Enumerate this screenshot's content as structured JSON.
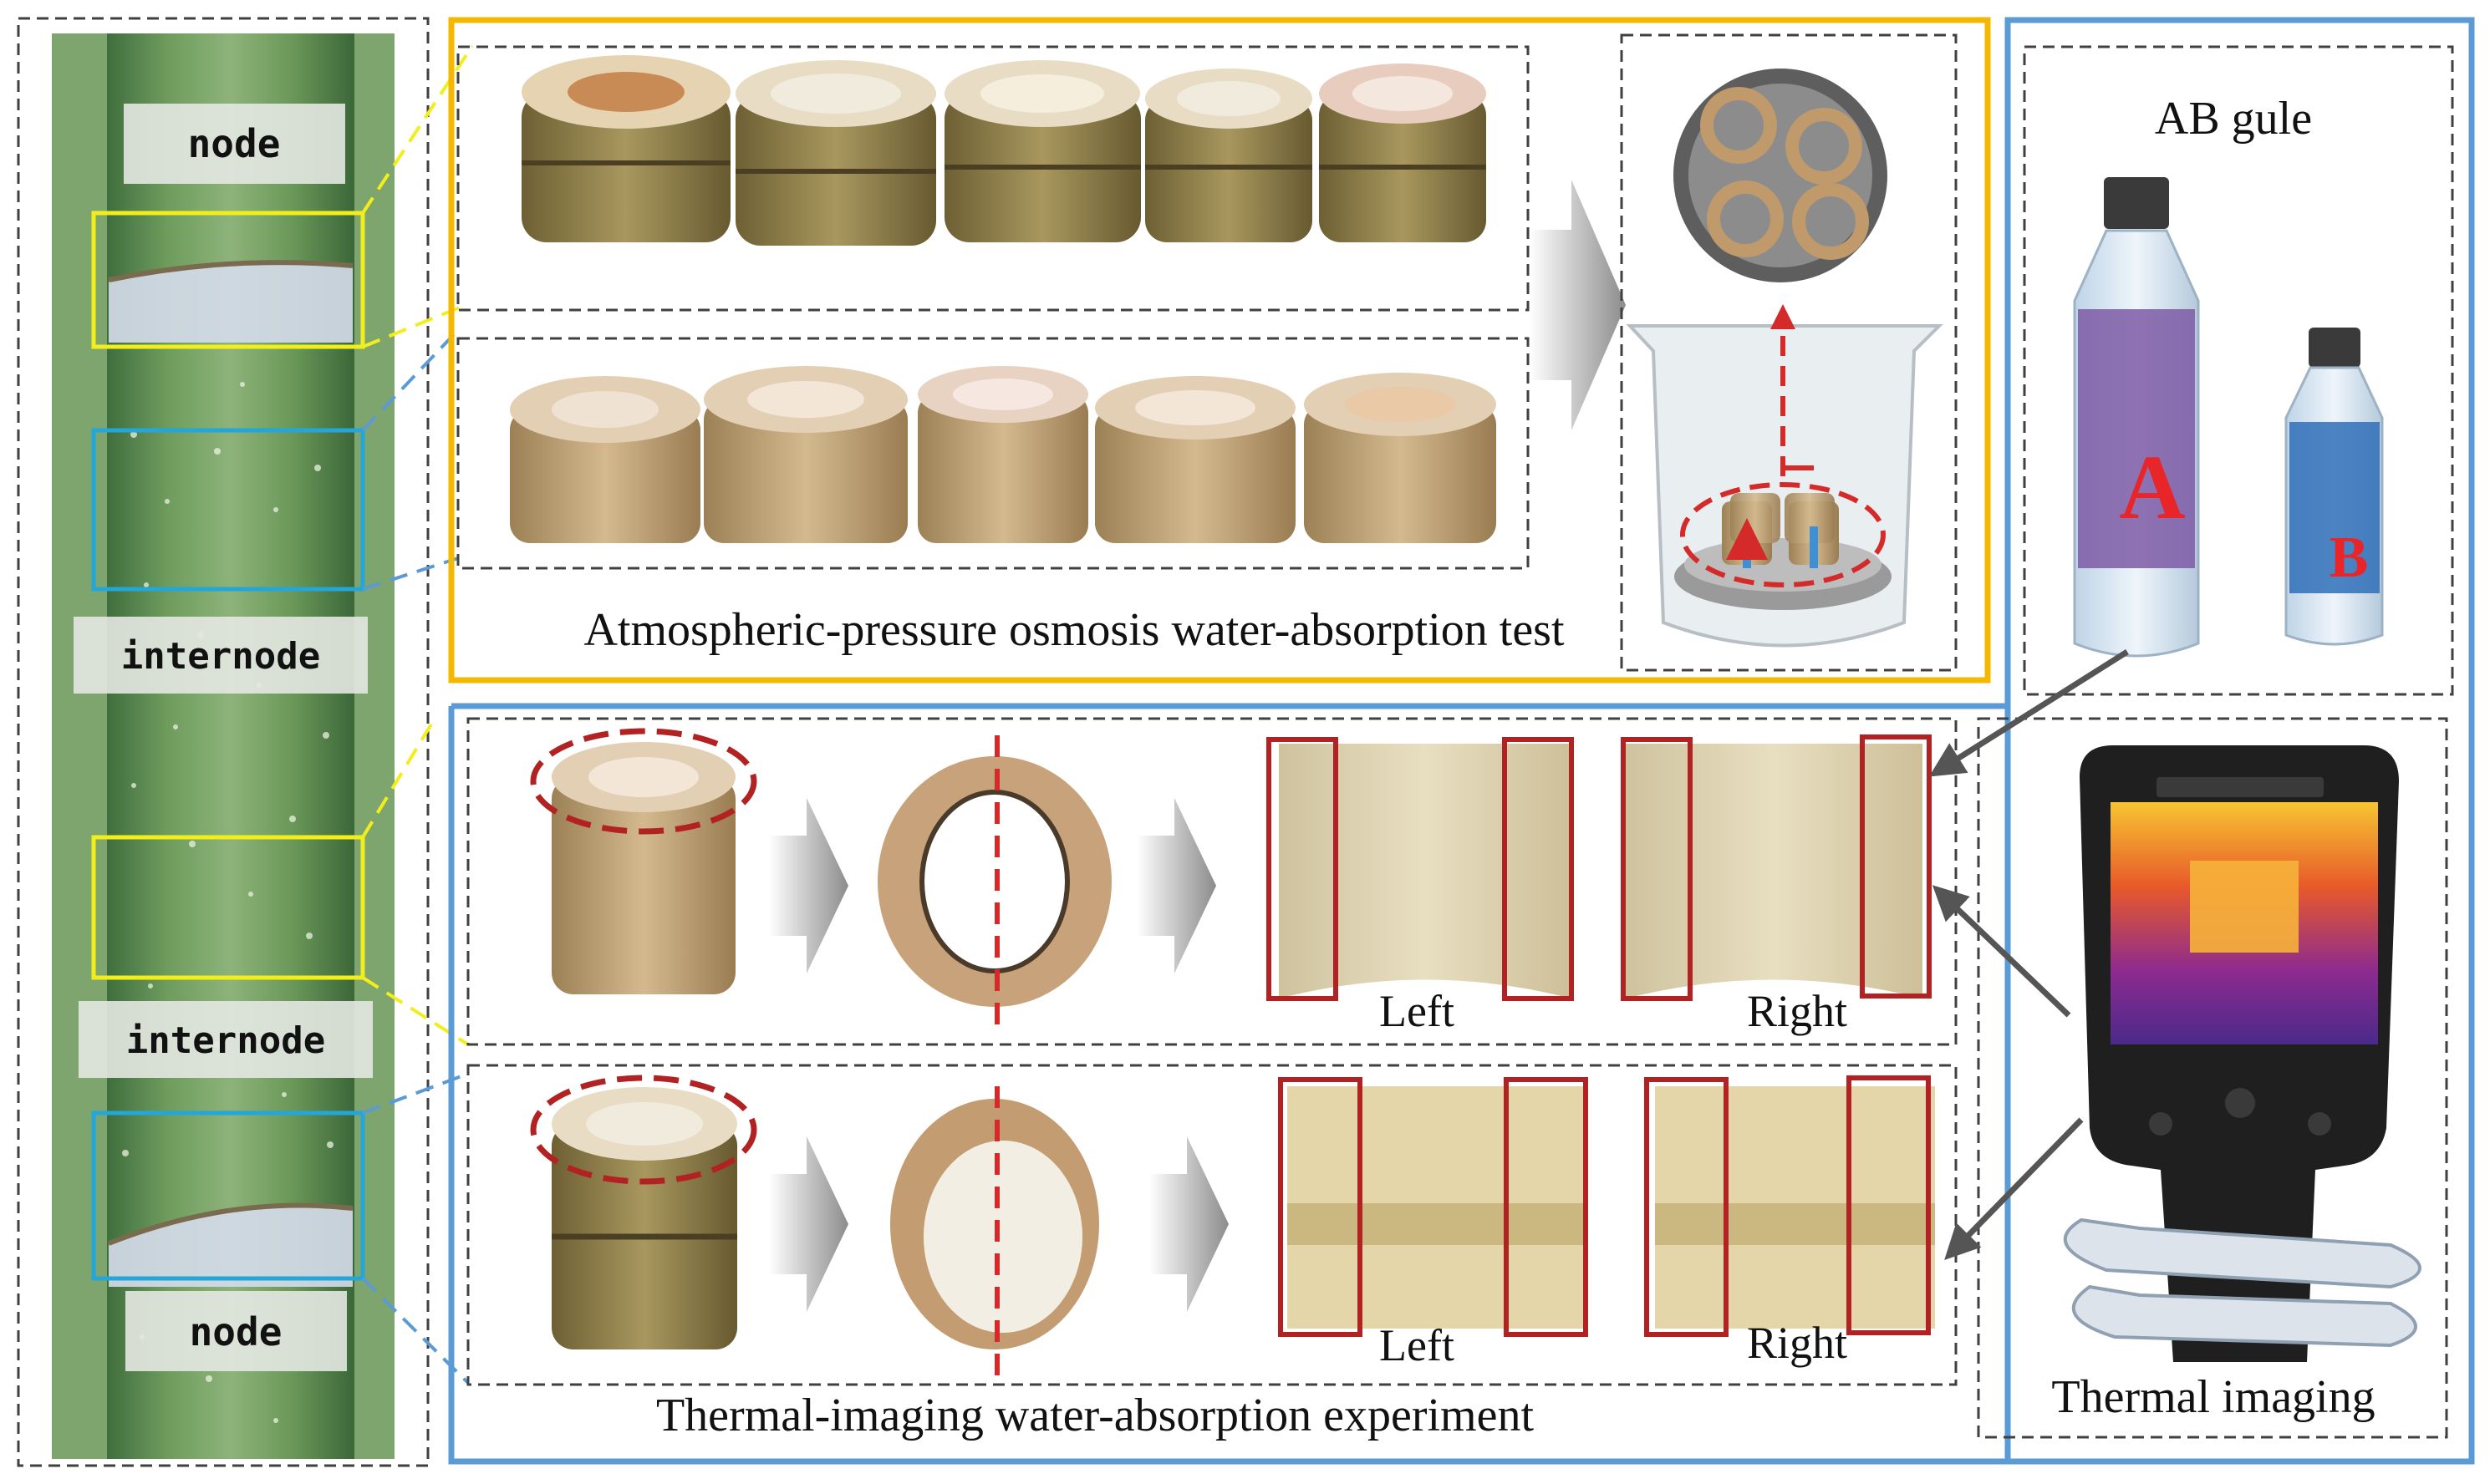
{
  "labels": {
    "node_top": "node",
    "internode_upper": "internode",
    "internode_lower": "internode",
    "node_bottom": "node",
    "ab_glue": "AB gule",
    "atmospheric_caption": "Atmospheric-pressure osmosis water-absorption test",
    "thermal_caption": "Thermal-imaging water-absorption experiment",
    "thermal_imaging": "Thermal imaging",
    "left_internode": "Left",
    "right_internode": "Right",
    "left_node": "Left",
    "right_node": "Right",
    "bottle_a": "A",
    "bottle_b": "B"
  },
  "colors": {
    "yellow_frame": "#F5B800",
    "blue_frame": "#5B9BD5",
    "dark_red": "#B22222",
    "dashed_red": "#D42A2A",
    "yellow_highlight": "#F2EE1B",
    "cyan_highlight": "#22A7D8",
    "gray_dash": "#404040",
    "bamboo_green": "#5E8A52",
    "wood_tan": "#C9A980"
  },
  "icons": {
    "flow_arrow": "gray-gradient-chevron-arrow",
    "pointer_arrow": "dark-gray-line-arrow"
  }
}
